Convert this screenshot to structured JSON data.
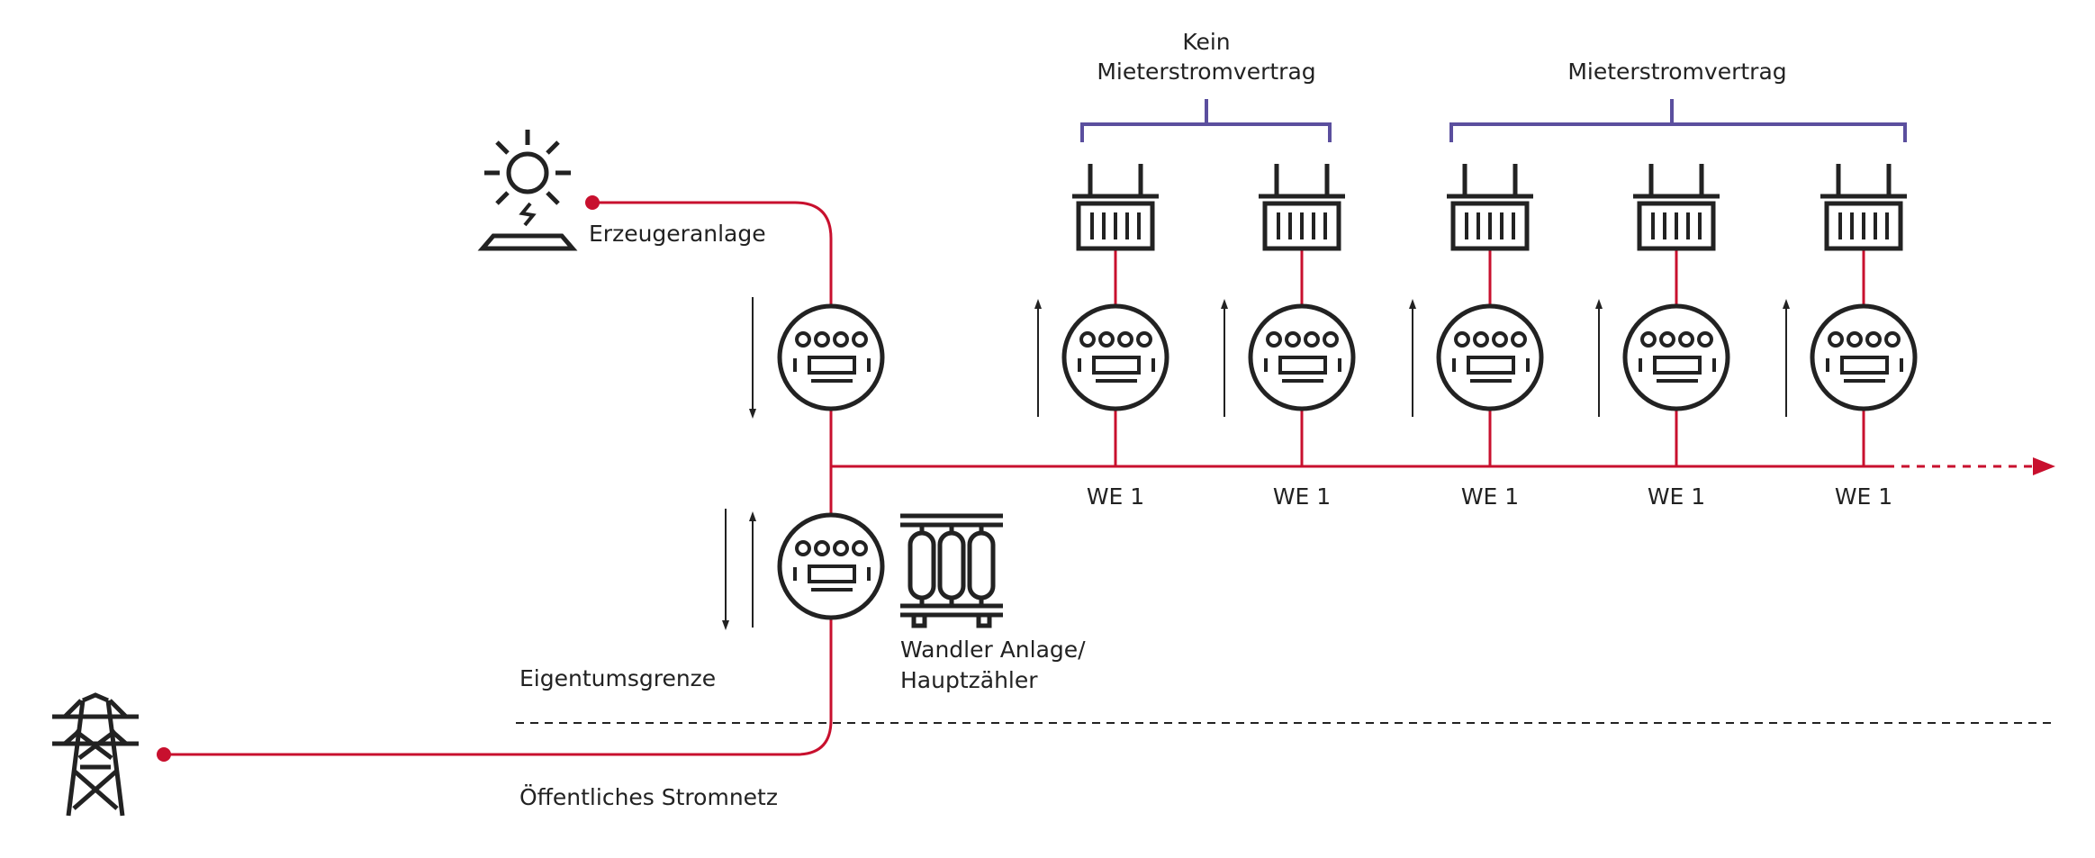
{
  "labels": {
    "generator": "Erzeugeranlage",
    "property_boundary": "Eigentumsgrenze",
    "public_grid": "Öffentliches Stromnetz",
    "transformer_line1": "Wandler Anlage/",
    "transformer_line2": "Hauptzähler"
  },
  "groups": {
    "no_contract_line1": "Kein",
    "no_contract_line2": "Mieterstromvertrag",
    "contract": "Mieterstromvertrag"
  },
  "units": [
    {
      "label": "WE 1",
      "contract": false
    },
    {
      "label": "WE 1",
      "contract": false
    },
    {
      "label": "WE 1",
      "contract": true
    },
    {
      "label": "WE 1",
      "contract": true
    },
    {
      "label": "WE 1",
      "contract": true
    }
  ],
  "colors": {
    "line": "#c8102e",
    "bracket": "#5b4f9e",
    "icon": "#222222"
  },
  "icons": {
    "generator": "solar-panel-icon",
    "grid": "power-pylon-icon",
    "meter": "electricity-meter-icon",
    "transformer": "transformer-icon",
    "consumer": "radiator-icon"
  }
}
